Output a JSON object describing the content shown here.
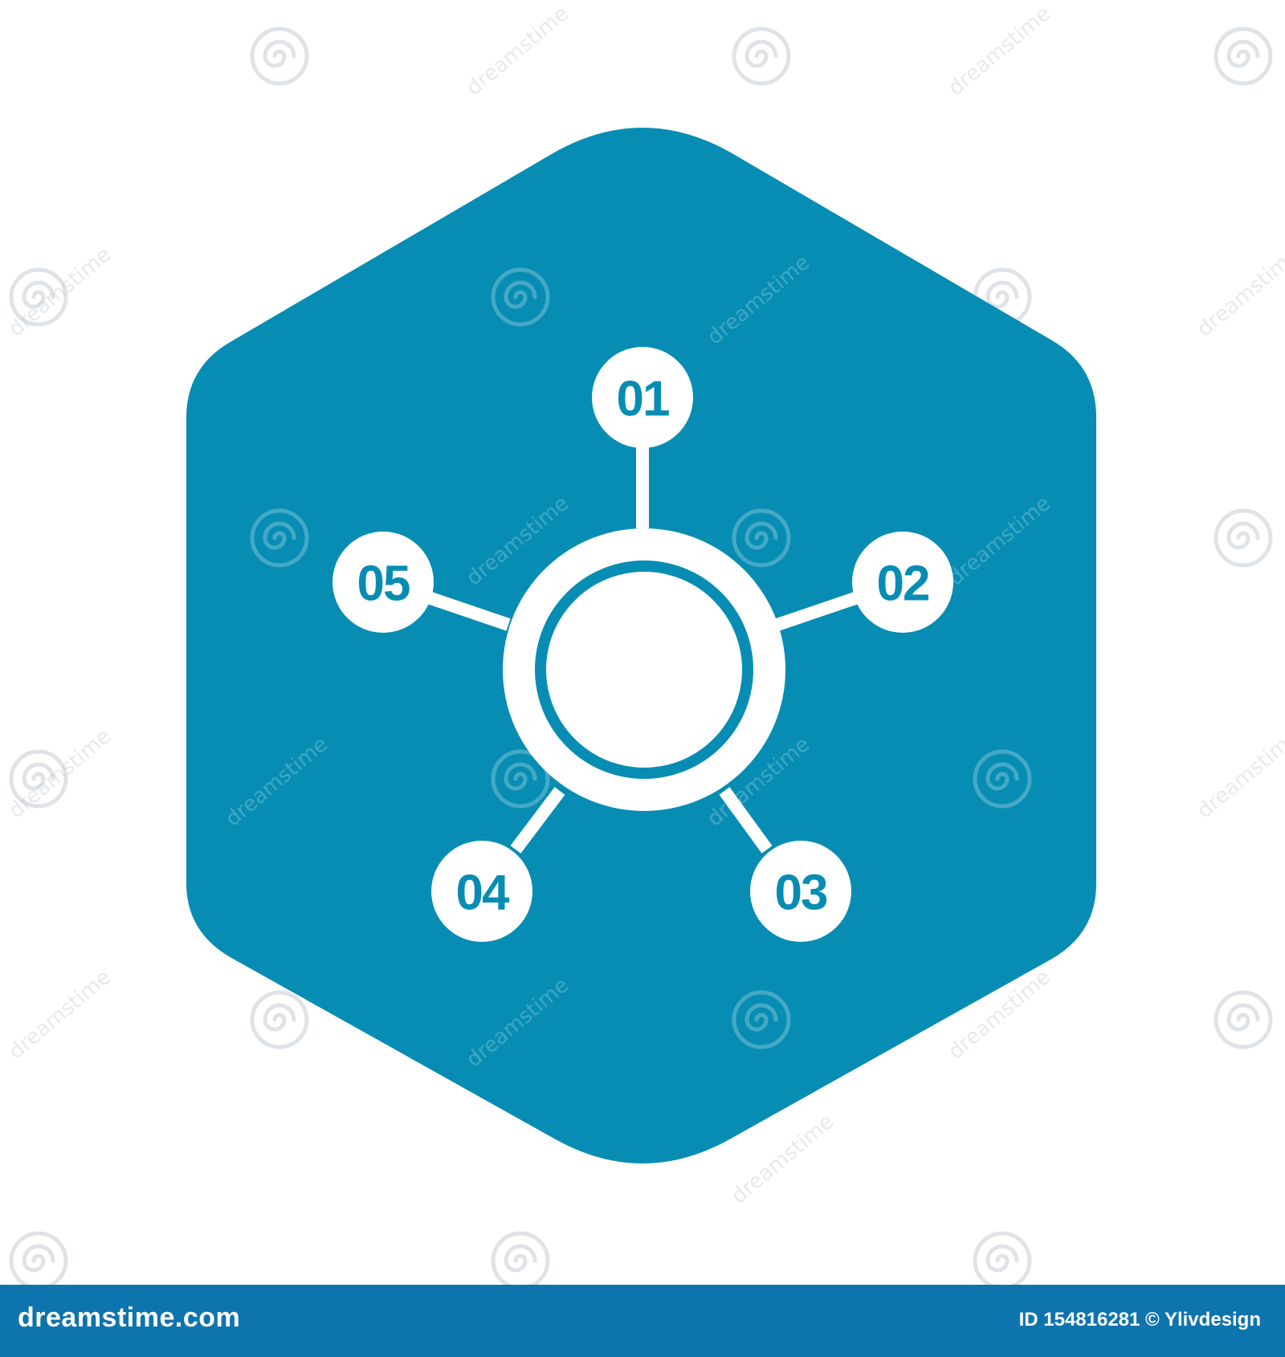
{
  "colors": {
    "hexagon": "#078db3",
    "foreground": "#ffffff",
    "footer": "#0e74ad",
    "watermark_light": "#b9c3cc"
  },
  "diagram": {
    "nodes": [
      {
        "label": "01"
      },
      {
        "label": "02"
      },
      {
        "label": "03"
      },
      {
        "label": "04"
      },
      {
        "label": "05"
      }
    ]
  },
  "watermark": {
    "text": "dreamstime",
    "icon": "spiral-icon"
  },
  "footer": {
    "brand": "dreamstime.com",
    "id_text": "ID 154816281",
    "credit": "© Ylivdesign"
  }
}
